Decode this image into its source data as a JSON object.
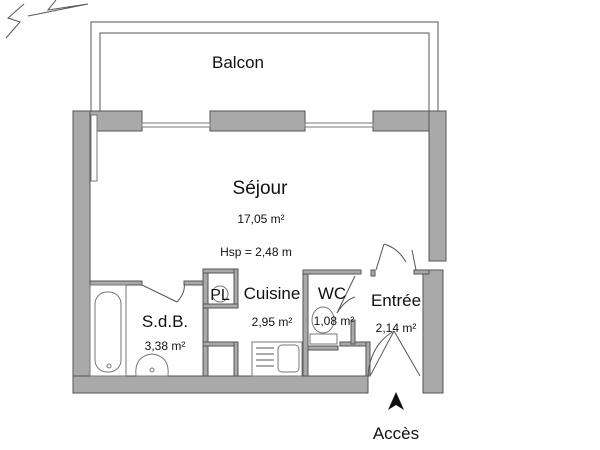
{
  "plan": {
    "rooms": [
      {
        "id": "balcon",
        "name": "Balcon"
      },
      {
        "id": "sejour",
        "name": "Séjour",
        "area": "17,05 m²",
        "height": "Hsp = 2,48 m"
      },
      {
        "id": "sdb",
        "name": "S.d.B.",
        "area": "3,38 m²"
      },
      {
        "id": "pl",
        "name": "PL"
      },
      {
        "id": "cuisine",
        "name": "Cuisine",
        "area": "2,95 m²"
      },
      {
        "id": "wc",
        "name": "WC",
        "area": "1,08 m²"
      },
      {
        "id": "entree",
        "name": "Entrée",
        "area": "2,14 m²"
      }
    ],
    "access_label": "Accès",
    "icons": {
      "compass": "north-arrow-icon",
      "access": "access-arrow-icon"
    },
    "colors": {
      "wall": "#a9a9a9",
      "line": "#555555"
    }
  }
}
